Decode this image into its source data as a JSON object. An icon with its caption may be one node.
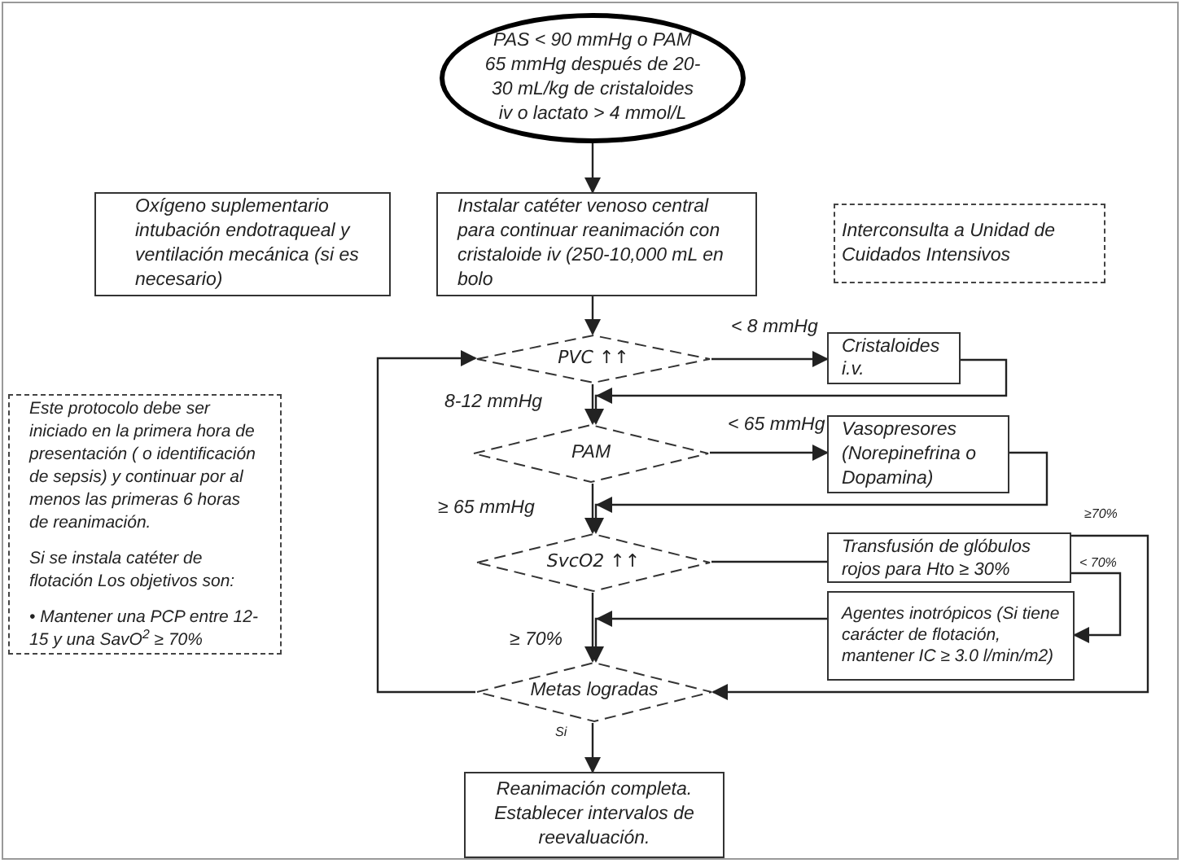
{
  "diagram": {
    "nodes": [
      {
        "text": [
          "PAS < 90 mmHg o PAM 65 mmHg después de 20-30 mL/kg de cristaloides iv o lactato > 4 mmol/L"
        ]
      },
      {
        "text": [
          "Oxígeno suplementario intubación endotraqueal y ventilación mecánica (si es necesario)"
        ]
      },
      {
        "text": [
          "Instalar catéter venoso central para continuar reanimación con cristaloide iv (250-10,000 mL en bolo"
        ]
      },
      {
        "text": [
          "Interconsulta a Unidad de Cuidados Intensivos"
        ]
      },
      {
        "text": [
          "Este protocolo debe ser iniciado en la primera hora de presentación ( o identificación de sepsis) y continuar por al menos las primeras 6 horas de reanimación.",
          "Si se instala catéter de flotación Los objetivos son:",
          "• Mantener una PCP entre 12-15 y una SavO$^{2}$ ≥ 70%"
        ]
      },
      {
        "text": [
          "PVC ↑↑"
        ]
      },
      {
        "text": [
          "Cristaloides i.v."
        ]
      },
      {
        "text": [
          "PAM"
        ]
      },
      {
        "text": [
          "Vasopresores (Norepinefrina o Dopamina)"
        ]
      },
      {
        "text": [
          "SvcO2 ↑↑"
        ]
      },
      {
        "text": [
          "Transfusión de glóbulos rojos para Hto ≥ 30%"
        ]
      },
      {
        "text": [
          "Agentes inotrópicos (Si tiene carácter de flotación, mantener IC ≥ 3.0 l/min/m2)"
        ]
      },
      {
        "text": [
          "Metas logradas"
        ]
      },
      {
        "text": [
          "Reanimación completa. Establecer intervalos de reevaluación."
        ]
      }
    ],
    "edges": [
      {
        "from": 0,
        "to": 2,
        "arrow": "to"
      },
      {
        "from": 2,
        "to": 5,
        "arrow": "to"
      },
      {
        "from": 5,
        "to": 6,
        "arrow": "to",
        "label": "< 8 mmHg"
      },
      {
        "from": 6,
        "to": 7,
        "arrow": "to"
      },
      {
        "from": 5,
        "to": 7,
        "arrow": "to",
        "label": "8-12 mmHg"
      },
      {
        "from": 7,
        "to": 8,
        "arrow": "to",
        "label": "< 65 mmHg"
      },
      {
        "from": 8,
        "to": 9,
        "arrow": "to"
      },
      {
        "from": 7,
        "to": 9,
        "arrow": "to",
        "label": "≥ 65 mmHg"
      },
      {
        "from": 9,
        "to": 10,
        "arrow": "none"
      },
      {
        "from": 10,
        "to": 11,
        "arrow": "to",
        "label": "< 70%"
      },
      {
        "from": 10,
        "to": 12,
        "arrow": "to",
        "label": "≥70%"
      },
      {
        "from": 11,
        "to": 12,
        "arrow": "to"
      },
      {
        "from": 9,
        "to": 12,
        "arrow": "to",
        "label": "≥ 70%"
      },
      {
        "from": 12,
        "to": 5,
        "arrow": "to"
      },
      {
        "from": 12,
        "to": 13,
        "arrow": "to",
        "label": "Si"
      }
    ]
  }
}
